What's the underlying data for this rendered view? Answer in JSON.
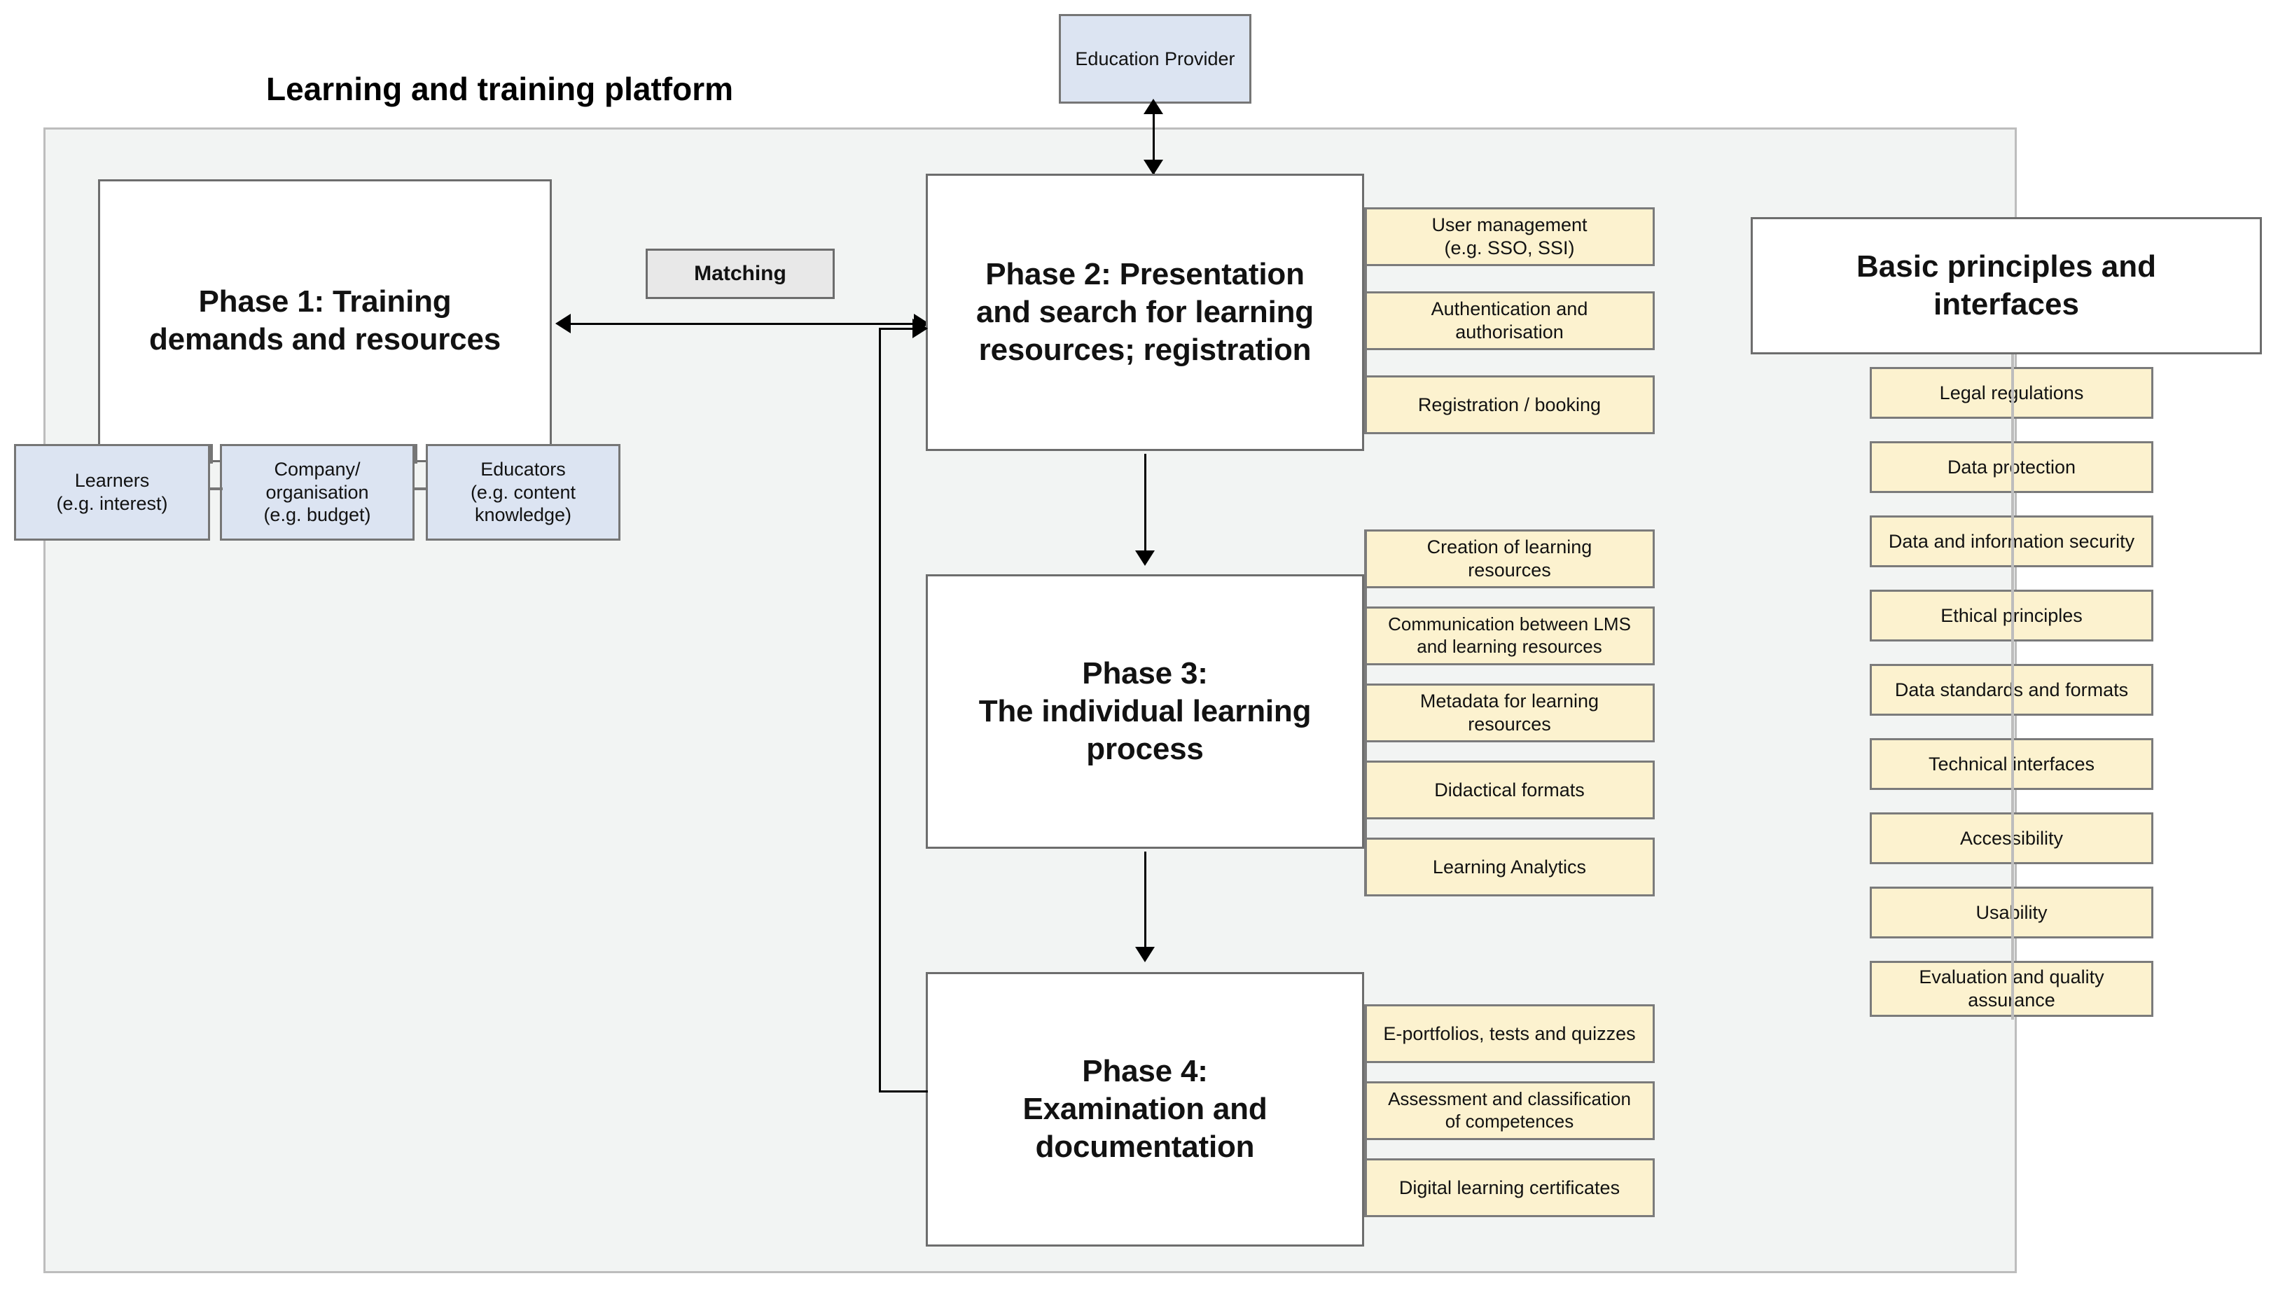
{
  "diagram": {
    "title": "Learning and training platform",
    "container_label": "learning-and-training-platform-container",
    "colors": {
      "panel_fill": "#f2f4f3",
      "panel_border": "#bdbdbd",
      "phase_fill": "#ffffff",
      "phase_border": "#6d6d6d",
      "stakeholder_fill": "#dce4f2",
      "stakeholder_border": "#767676",
      "feature_fill": "#fcf2cf",
      "feature_border": "#7b7b7b",
      "matching_fill": "#e8e8e8",
      "connector": "#000000"
    }
  },
  "external": {
    "education_provider": "Education Provider"
  },
  "matching": {
    "label": "Matching"
  },
  "phases": [
    {
      "id": "phase1",
      "label": "Phase 1: Training\ndemands and resources"
    },
    {
      "id": "phase2",
      "label": "Phase 2: Presentation\nand search for learning\nresources; registration"
    },
    {
      "id": "phase3",
      "label": "Phase 3:\nThe individual learning\nprocess"
    },
    {
      "id": "phase4",
      "label": "Phase 4:\nExamination and\ndocumentation"
    }
  ],
  "phase1_lines": [
    "Phase 1: Training",
    "demands and resources"
  ],
  "phase2_lines": [
    "Phase 2: Presentation",
    "and search for learning",
    "resources; registration"
  ],
  "phase3_lines": [
    "Phase 3:",
    "The individual learning",
    "process"
  ],
  "phase4_lines": [
    "Phase 4:",
    "Examination and",
    "documentation"
  ],
  "stakeholders": [
    {
      "line1": "Learners",
      "line2": "(e.g. interest)"
    },
    {
      "line1": "Company/",
      "line2": "organisation",
      "line3": "(e.g. budget)"
    },
    {
      "line1": "Educators",
      "line2": "(e.g. content",
      "line3": "knowledge)"
    }
  ],
  "phase2_features": [
    {
      "line1": "User management",
      "line2": "(e.g. SSO, SSI)"
    },
    {
      "line1": "Authentication  and",
      "line2": "authorisation"
    },
    {
      "line1": "Registration  / booking"
    }
  ],
  "phase3_features": [
    {
      "line1": "Creation of learning",
      "line2": "resources"
    },
    {
      "line1": "Communication  between  LMS",
      "line2": "and learning  resources"
    },
    {
      "line1": "Metadata  for learning",
      "line2": "resources"
    },
    {
      "line1": "Didactical formats"
    },
    {
      "line1": "Learning Analytics"
    }
  ],
  "phase4_features": [
    {
      "line1": "E-portfolios, tests and quizzes"
    },
    {
      "line1": "Assessment  and classification",
      "line2": "of competences"
    },
    {
      "line1": "Digital learning certificates"
    }
  ],
  "principles": {
    "heading_lines": [
      "Basic principles and",
      "interfaces"
    ],
    "items": [
      {
        "line1": "Legal regulations"
      },
      {
        "line1": "Data protection"
      },
      {
        "line1": "Data and information security"
      },
      {
        "line1": "Ethical principles"
      },
      {
        "line1": "Data standards and formats"
      },
      {
        "line1": "Technical interfaces"
      },
      {
        "line1": "Accessibility"
      },
      {
        "line1": "Usability"
      },
      {
        "line1": "Evaluation  and quality",
        "line2": "assurance"
      }
    ]
  }
}
